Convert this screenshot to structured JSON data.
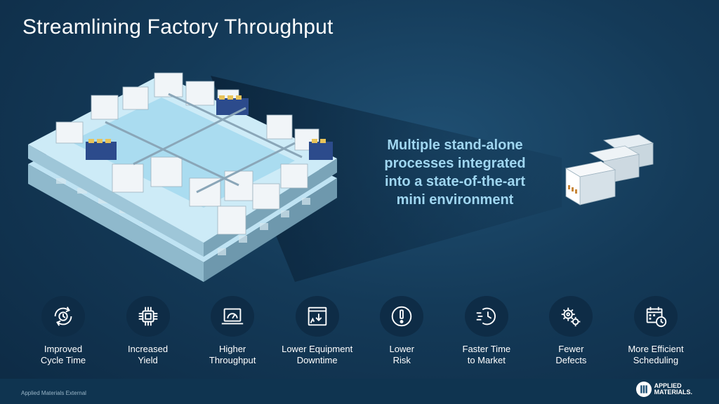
{
  "slide": {
    "title": "Streamlining Factory Throughput",
    "callout": "Multiple stand-alone processes integrated into a state-of-the-art mini environment"
  },
  "benefits": [
    {
      "label": "Improved\nCycle Time",
      "icon": "cycle-clock-icon"
    },
    {
      "label": "Increased\nYield",
      "icon": "chip-icon"
    },
    {
      "label": "Higher\nThroughput",
      "icon": "speedometer-laptop-icon"
    },
    {
      "label": "Lower Equipment\nDowntime",
      "icon": "download-window-icon"
    },
    {
      "label": "Lower\nRisk",
      "icon": "exclamation-icon"
    },
    {
      "label": "Faster Time\nto Market",
      "icon": "fast-clock-icon"
    },
    {
      "label": "Fewer\nDefects",
      "icon": "gears-icon"
    },
    {
      "label": "More Efficient\nScheduling",
      "icon": "calendar-clock-icon"
    }
  ],
  "footer": {
    "classification": "Applied Materials External",
    "logo_text": "APPLIED\nMATERIALS."
  },
  "colors": {
    "background": "#143a58",
    "callout_text": "#9fd6f0",
    "icon_circle": "#0e2c46",
    "footer_band": "#0f3450"
  }
}
